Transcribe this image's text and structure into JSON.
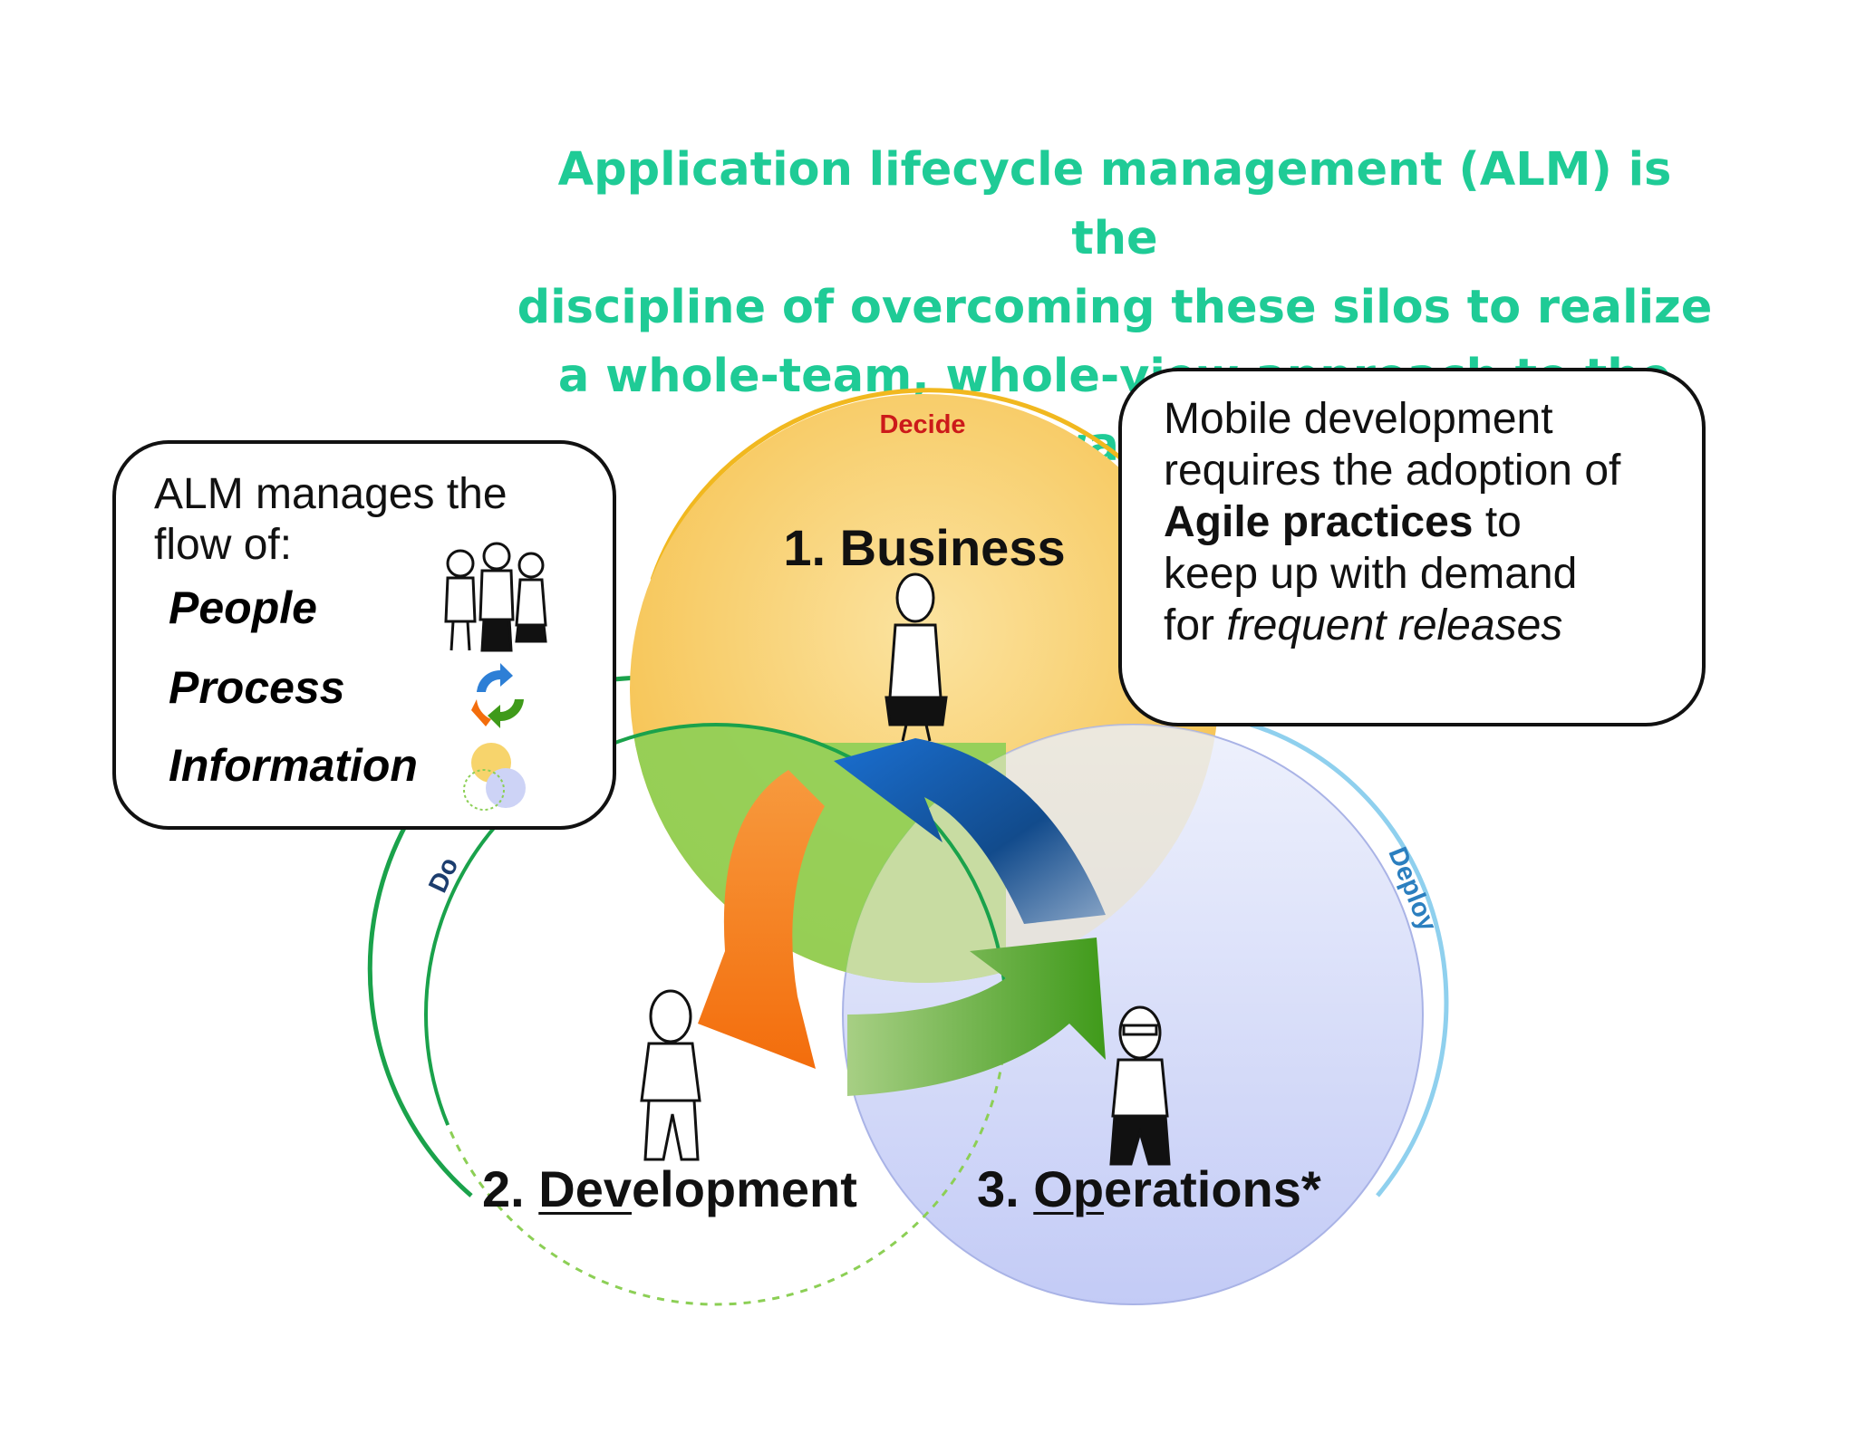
{
  "title": {
    "lines": [
      "Application lifecycle management (ALM) is the",
      "discipline of overcoming these silos to realize",
      "a whole-team, whole-view approach to the",
      "software deli"
    ]
  },
  "arc_labels": {
    "decide": "Decide",
    "do": "Do",
    "deploy": "Deploy"
  },
  "circles": {
    "business": {
      "number": "1. ",
      "name": "Business"
    },
    "development": {
      "number": "2. ",
      "name_underlined": "Dev",
      "name_rest": "elopment"
    },
    "operations": {
      "number": "3. ",
      "name_underlined": "Op",
      "name_rest": "erations*"
    }
  },
  "left_callout": {
    "intro_line1": "ALM manages the",
    "intro_line2": "flow of:",
    "items": [
      "People",
      "Process",
      "Information"
    ]
  },
  "right_callout": {
    "line1": "Mobile development",
    "line2": "requires the adoption of",
    "bold_term": "Agile practices",
    "after_bold": " to",
    "line4": "keep up with demand",
    "for_word": "for ",
    "italic_term": "frequent releases"
  },
  "colors": {
    "title": "#1fcb96",
    "business": "#f7c956",
    "development": "#8ccf55",
    "operations": "#c6cff5",
    "decide_label": "#cc1a1a",
    "do_label": "#1c3d6e",
    "deploy_label": "#2b7fbf",
    "decide_arc": "#f1b81f",
    "do_arc": "#1aa24b",
    "deploy_arc": "#8fd0ee"
  }
}
